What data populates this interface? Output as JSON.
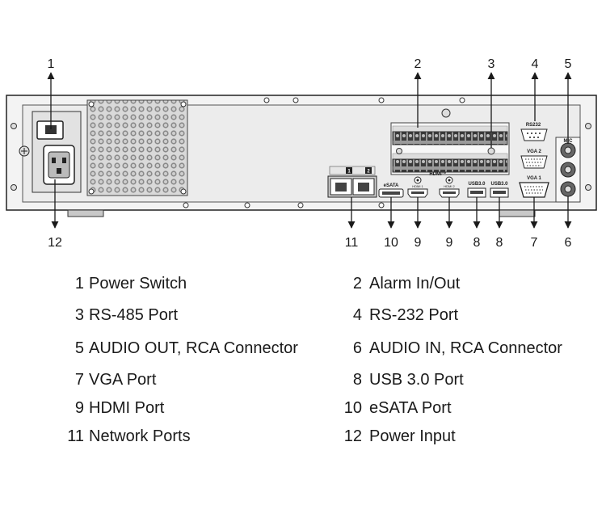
{
  "callouts": [
    {
      "num": "1"
    },
    {
      "num": "2"
    },
    {
      "num": "3"
    },
    {
      "num": "4"
    },
    {
      "num": "5"
    },
    {
      "num": "12"
    },
    {
      "num": "11"
    },
    {
      "num": "10"
    },
    {
      "num": "9"
    },
    {
      "num": "9"
    },
    {
      "num": "8"
    },
    {
      "num": "8"
    },
    {
      "num": "7"
    },
    {
      "num": "6"
    }
  ],
  "panel_labels": {
    "rs232": "RS232",
    "vga2": "VGA 2",
    "vga1": "VGA 1",
    "mic": "MIC",
    "esata": "eSATA",
    "hdmi_logo": "HDMI™",
    "hdmi1": "HDMI 1",
    "hdmi2": "HDMI 2",
    "usb_a": "USB3.0",
    "usb_b": "USB3.0",
    "net1": "1",
    "net2": "2"
  },
  "legend": {
    "left": [
      {
        "num": "1",
        "label": "Power Switch"
      },
      {
        "num": "3",
        "label": "RS-485 Port"
      },
      {
        "num": "5",
        "label": "AUDIO OUT, RCA Connector"
      },
      {
        "num": "7",
        "label": "VGA Port"
      },
      {
        "num": "9",
        "label": "HDMI Port"
      },
      {
        "num": "11",
        "label": "Network Ports"
      }
    ],
    "right": [
      {
        "num": "2",
        "label": "Alarm In/Out"
      },
      {
        "num": "4",
        "label": "RS-232 Port"
      },
      {
        "num": "6",
        "label": "AUDIO IN, RCA Connector"
      },
      {
        "num": "8",
        "label": "USB 3.0 Port"
      },
      {
        "num": "10",
        "label": "eSATA Port"
      },
      {
        "num": "12",
        "label": "Power Input"
      }
    ]
  }
}
